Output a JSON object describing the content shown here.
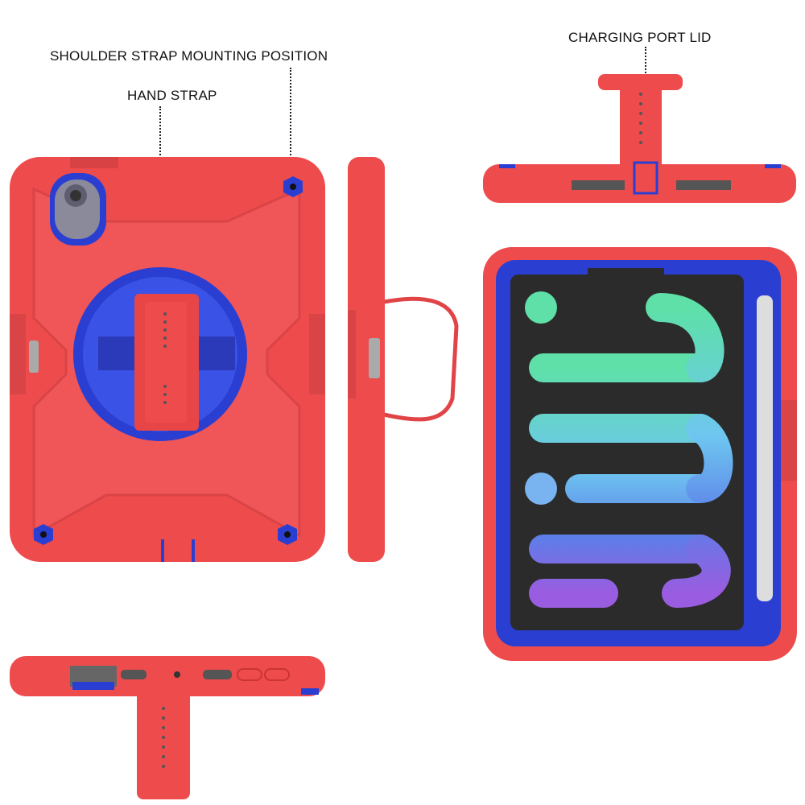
{
  "labels": {
    "shoulder_strap": "SHOULDER STRAP MOUNTING POSITION",
    "hand_strap": "HAND STRAP",
    "charging_port_lid": "CHARGING PORT LID"
  },
  "colors": {
    "case_red": "#ee4b4d",
    "accent_blue": "#2a3fd1",
    "screen_dark": "#2b2b2b"
  }
}
